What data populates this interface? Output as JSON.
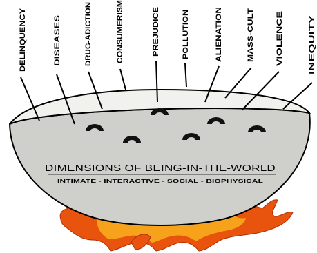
{
  "labels": [
    "DELINQUENCY",
    "DISEASES",
    "DRUG-ADICTION",
    "CONSUMERISM",
    "PREJUDICE",
    "POLLUTION",
    "ALIENATION",
    "MASS-CULT",
    "VIOLENCE",
    "INEQUITY"
  ],
  "bowl": {
    "title": "DIMENSIONS OF BEING-IN-THE-WORLD",
    "subtitle": "INTIMATE - INTERACTIVE - SOCIAL - BIOPHYSICAL"
  },
  "colors": {
    "bowl_rim_fill": "#f1f1ee",
    "bowl_body_fill": "#cfcfcb",
    "outline": "#000000",
    "flame_outer": "#e8530e",
    "flame_inner": "#f7a21b"
  }
}
